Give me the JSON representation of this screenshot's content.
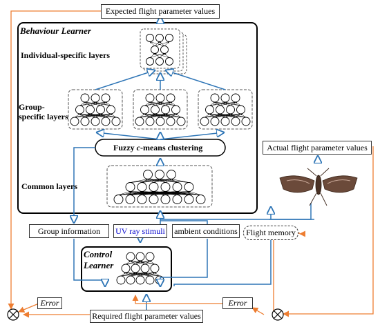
{
  "expected_box": "Expected flight parameter values",
  "behaviour_title": "Behaviour Learner",
  "individual_layers": "Individual-specific layers",
  "group_layers_line1": "Group-",
  "group_layers_line2": "specific layers",
  "fuzzy_prefix": "Fuzzy ",
  "fuzzy_c": "c",
  "fuzzy_suffix": "-means clustering",
  "common_layers": "Common layers",
  "actual_box": "Actual flight parameter values",
  "group_info_box": "Group information",
  "uv_box": "UV ray stimuli",
  "ambient_box": "ambient conditions",
  "flight_memory_box": "Flight memory",
  "control_title_line1": "Control",
  "control_title_line2": "Learner",
  "error_label": "Error",
  "required_box": "Required flight parameter values",
  "colors": {
    "arrow_blue": "#2e75b6",
    "arrow_orange": "#ed7d31",
    "uv_text": "#0000cc"
  },
  "icons": [
    "sum-junction-icon",
    "moth-image"
  ]
}
